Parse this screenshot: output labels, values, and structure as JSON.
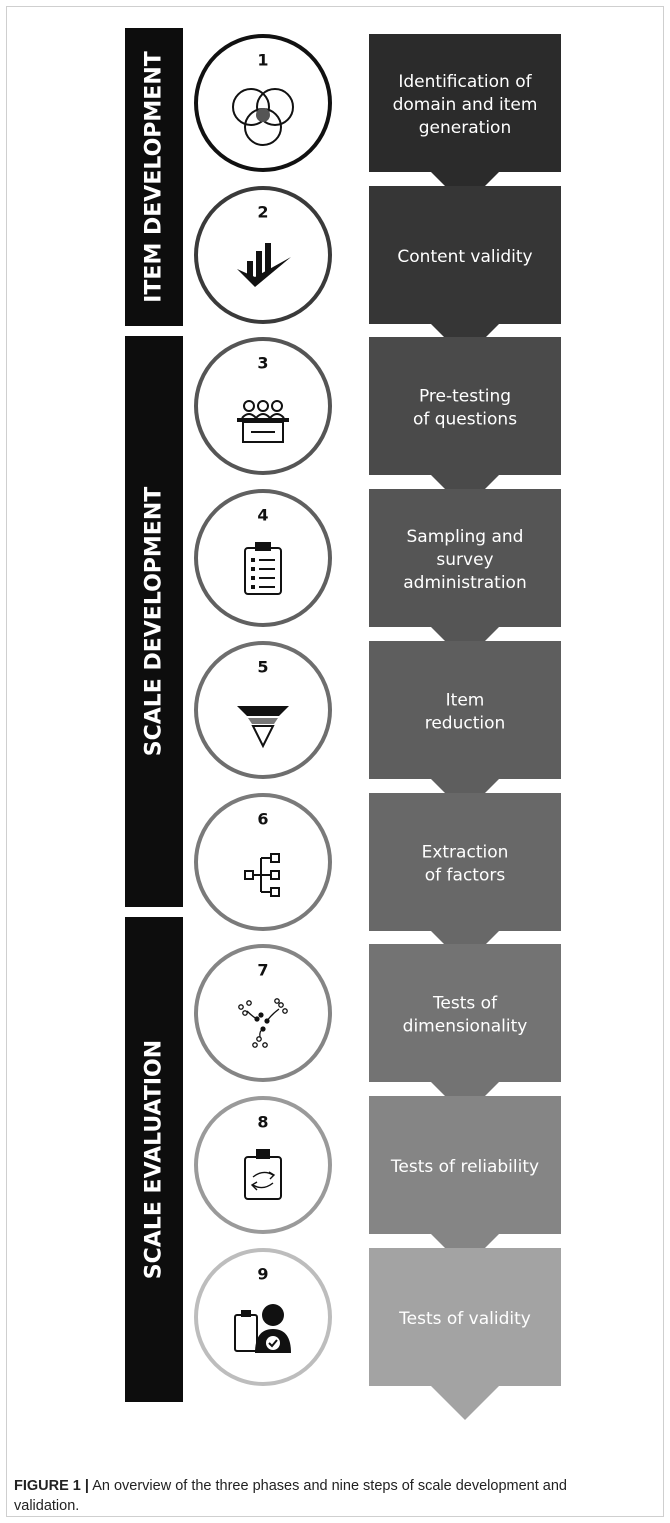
{
  "phases": [
    {
      "label": "ITEM DEVELOPMENT"
    },
    {
      "label": "SCALE DEVELOPMENT"
    },
    {
      "label": "SCALE EVALUATION"
    }
  ],
  "steps": [
    {
      "number": "1",
      "lines": [
        "Identification of",
        "domain and item",
        "generation"
      ],
      "color": "#2b2b2b",
      "icon": "venn-diagram-icon"
    },
    {
      "number": "2",
      "lines": [
        "Content validity"
      ],
      "color": "#363636",
      "icon": "bar-chart-check-icon"
    },
    {
      "number": "3",
      "lines": [
        "Pre-testing",
        "of questions"
      ],
      "color": "#4a4a4a",
      "icon": "panel-people-icon"
    },
    {
      "number": "4",
      "lines": [
        "Sampling and",
        "survey",
        "administration"
      ],
      "color": "#555555",
      "icon": "clipboard-list-icon"
    },
    {
      "number": "5",
      "lines": [
        "Item",
        "reduction"
      ],
      "color": "#5e5e5e",
      "icon": "funnel-icon"
    },
    {
      "number": "6",
      "lines": [
        "Extraction",
        "of factors"
      ],
      "color": "#686868",
      "icon": "factor-tree-icon"
    },
    {
      "number": "7",
      "lines": [
        "Tests of",
        "dimensionality"
      ],
      "color": "#737373",
      "icon": "scatter-clusters-icon"
    },
    {
      "number": "8",
      "lines": [
        "Tests of reliability"
      ],
      "color": "#858585",
      "icon": "clipboard-cycle-icon"
    },
    {
      "number": "9",
      "lines": [
        "Tests of validity"
      ],
      "color": "#a3a3a3",
      "icon": "person-clipboard-check-icon"
    }
  ],
  "caption": {
    "label": "FIGURE 1 |",
    "text": " An overview of the three phases and nine steps of scale development and validation."
  }
}
